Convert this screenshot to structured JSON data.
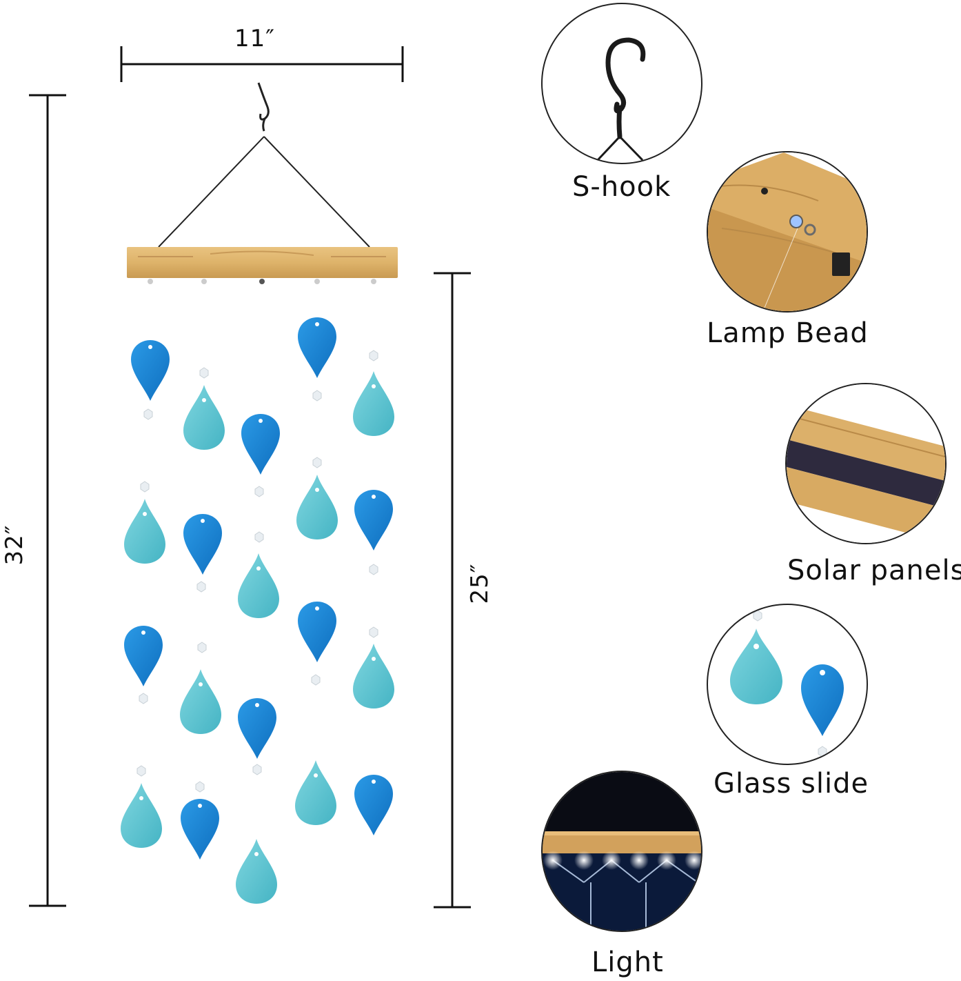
{
  "dimensions": {
    "width": "11″",
    "total_height": "32″",
    "drop_height": "25″"
  },
  "details": {
    "s_hook": "S-hook",
    "lamp_bead": "Lamp Bead",
    "solar_panels": "Solar panels",
    "glass_slide": "Glass slide",
    "light": "Light"
  },
  "colors": {
    "deep_blue": "#1a86d8",
    "aqua": "#5cc6d3",
    "wood": "#e2b872"
  }
}
